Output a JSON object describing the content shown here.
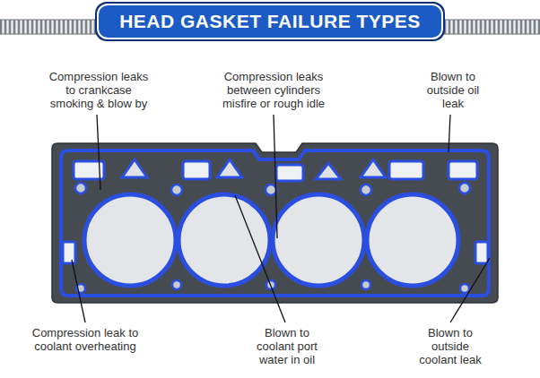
{
  "diagram": {
    "title": "HEAD GASKET FAILURE TYPES",
    "labels": [
      "Compression leaks to crankcase smoking & blow by",
      "Compression leaks between cylinders misfire or rough idle",
      "Blown to outside oil leak",
      "Compression leak to coolant overheating",
      "Blown to coolant port water in oil",
      "Blown to outside coolant leak"
    ]
  }
}
